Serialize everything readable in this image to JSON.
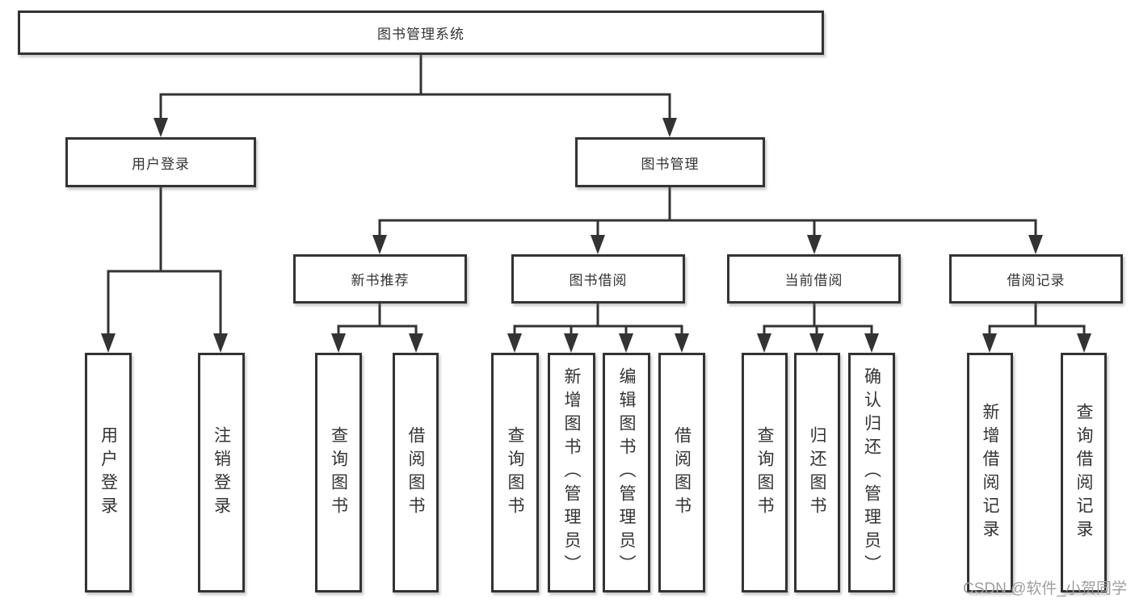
{
  "diagram": {
    "root": {
      "label": "图书管理系统"
    },
    "branches": [
      {
        "label": "用户登录",
        "children": [
          {
            "label": "用户登录"
          },
          {
            "label": "注销登录"
          }
        ]
      },
      {
        "label": "图书管理",
        "children": [
          {
            "label": "新书推荐",
            "children": [
              {
                "label": "查询图书"
              },
              {
                "label": "借阅图书"
              }
            ]
          },
          {
            "label": "图书借阅",
            "children": [
              {
                "label": "查询图书"
              },
              {
                "label": "新增图书（管理员）"
              },
              {
                "label": "编辑图书（管理员）"
              },
              {
                "label": "借阅图书"
              }
            ]
          },
          {
            "label": "当前借阅",
            "children": [
              {
                "label": "查询图书"
              },
              {
                "label": "归还图书"
              },
              {
                "label": "确认归还（管理员）"
              }
            ]
          },
          {
            "label": "借阅记录",
            "children": [
              {
                "label": "新增借阅记录"
              },
              {
                "label": "查询借阅记录"
              }
            ]
          }
        ]
      }
    ]
  },
  "watermark": {
    "text": "CSDN @软件_小贺同学"
  },
  "colors": {
    "line": "#333333",
    "text": "#333333",
    "watermark": "#9e9e9e",
    "background": "#ffffff"
  }
}
